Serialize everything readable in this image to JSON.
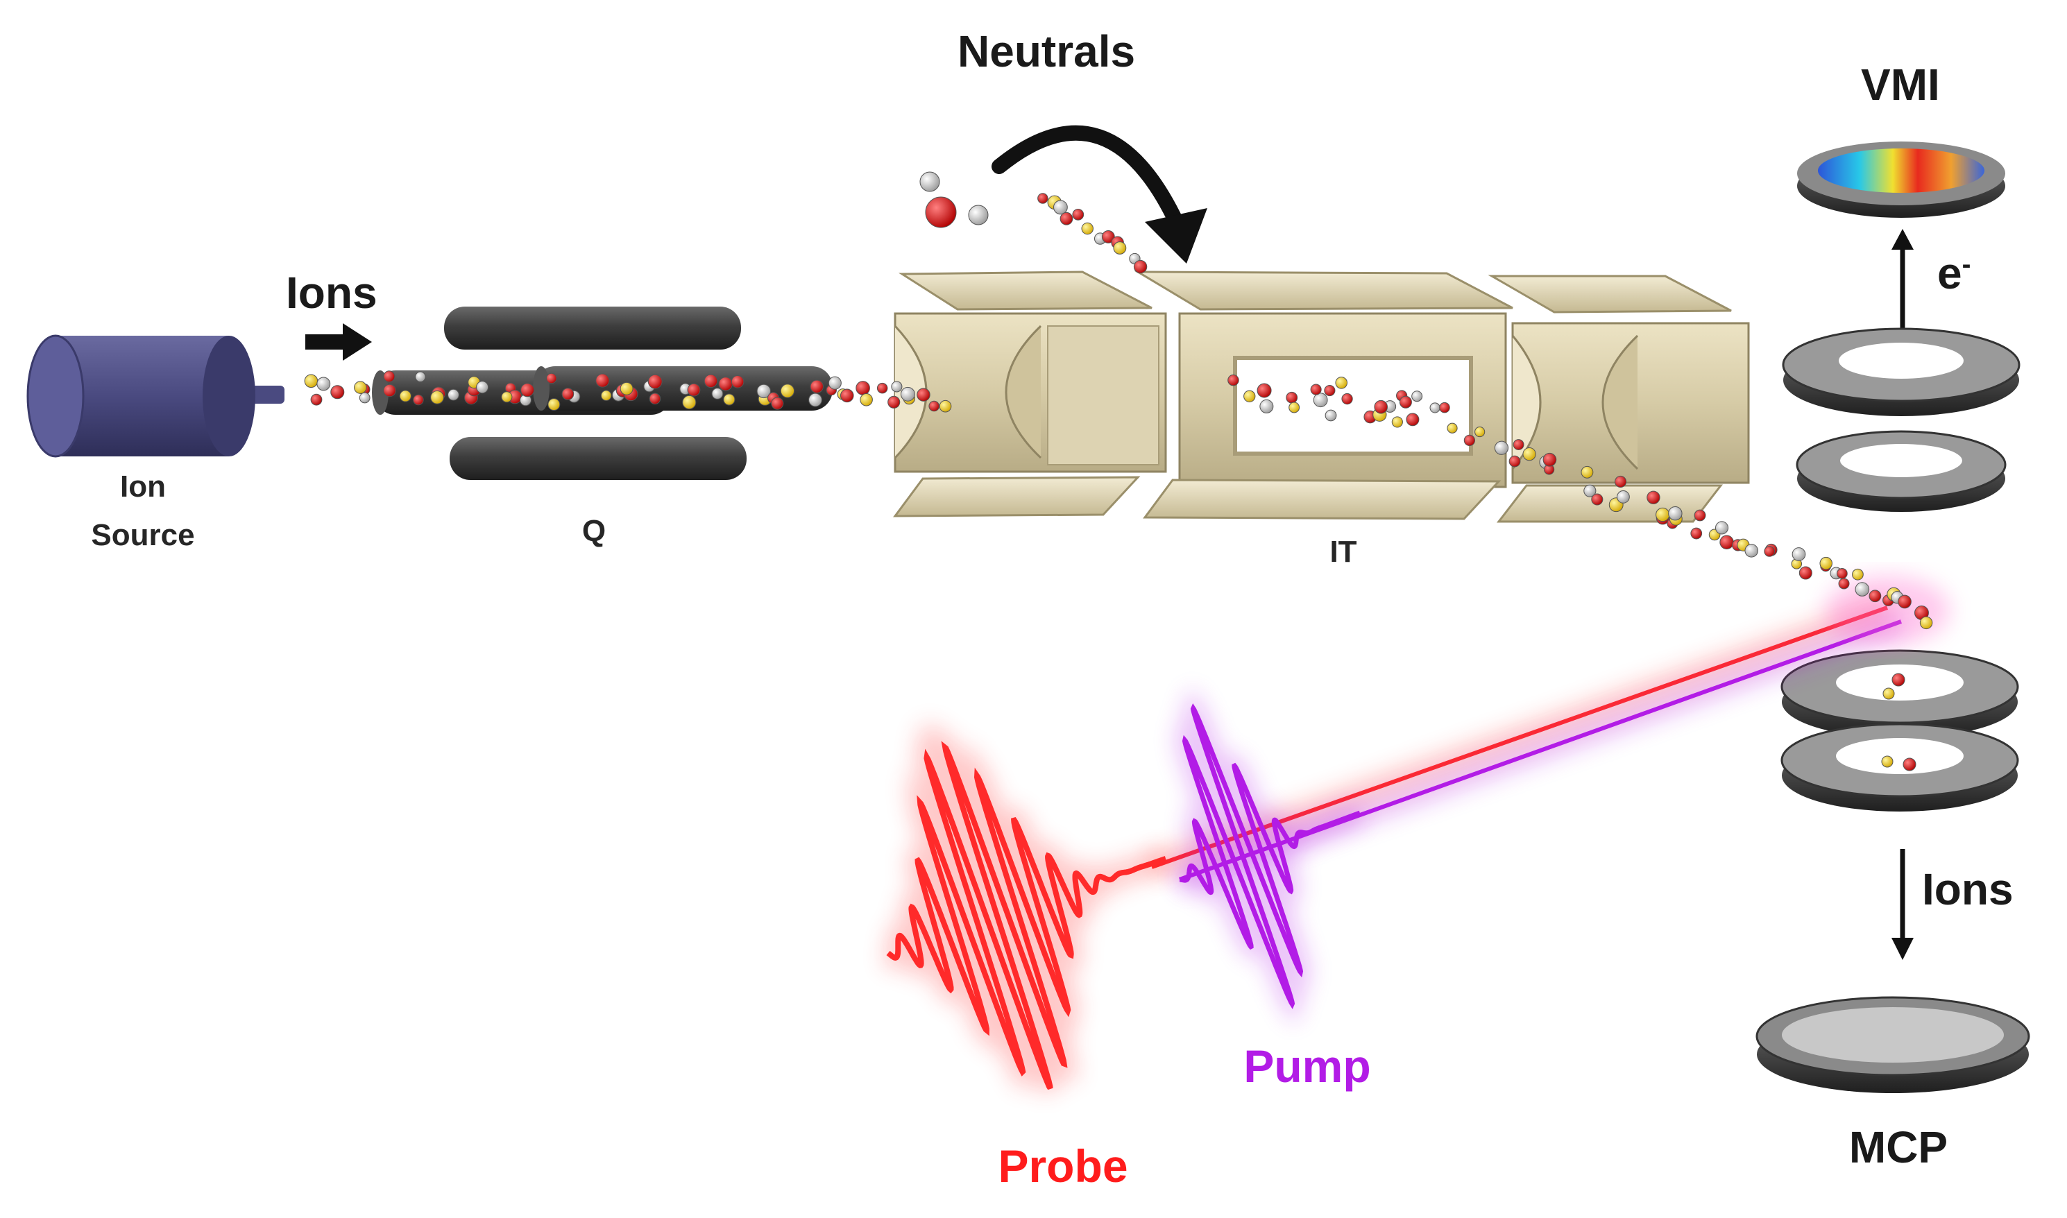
{
  "labels": {
    "ion_source_line1": "Ion",
    "ion_source_line2": "Source",
    "ions_top": "Ions",
    "quadrupole": "Q",
    "neutrals": "Neutrals",
    "ion_trap": "IT",
    "vmi": "VMI",
    "electron": "e",
    "electron_sup": "-",
    "ions_bottom": "Ions",
    "mcp": "MCP",
    "probe": "Probe",
    "pump": "Pump"
  },
  "colors": {
    "probe": "#ff1c1c",
    "pump": "#b21ce6",
    "ion_source": "#4a4a7e",
    "quadrupole_rods": "#3c3c3c",
    "ion_trap_plates": "#d8ceac",
    "detector_plates": "#4a4a4a",
    "molecule_red": "#d81818",
    "molecule_yellow": "#f2d21e",
    "molecule_white": "#e6e6e6"
  },
  "icons": {
    "ions_arrow": "right-arrow-icon",
    "neutrals_arrow": "curved-arrow-icon",
    "electron_arrow": "up-arrow-icon",
    "ions_down_arrow": "down-arrow-icon"
  }
}
